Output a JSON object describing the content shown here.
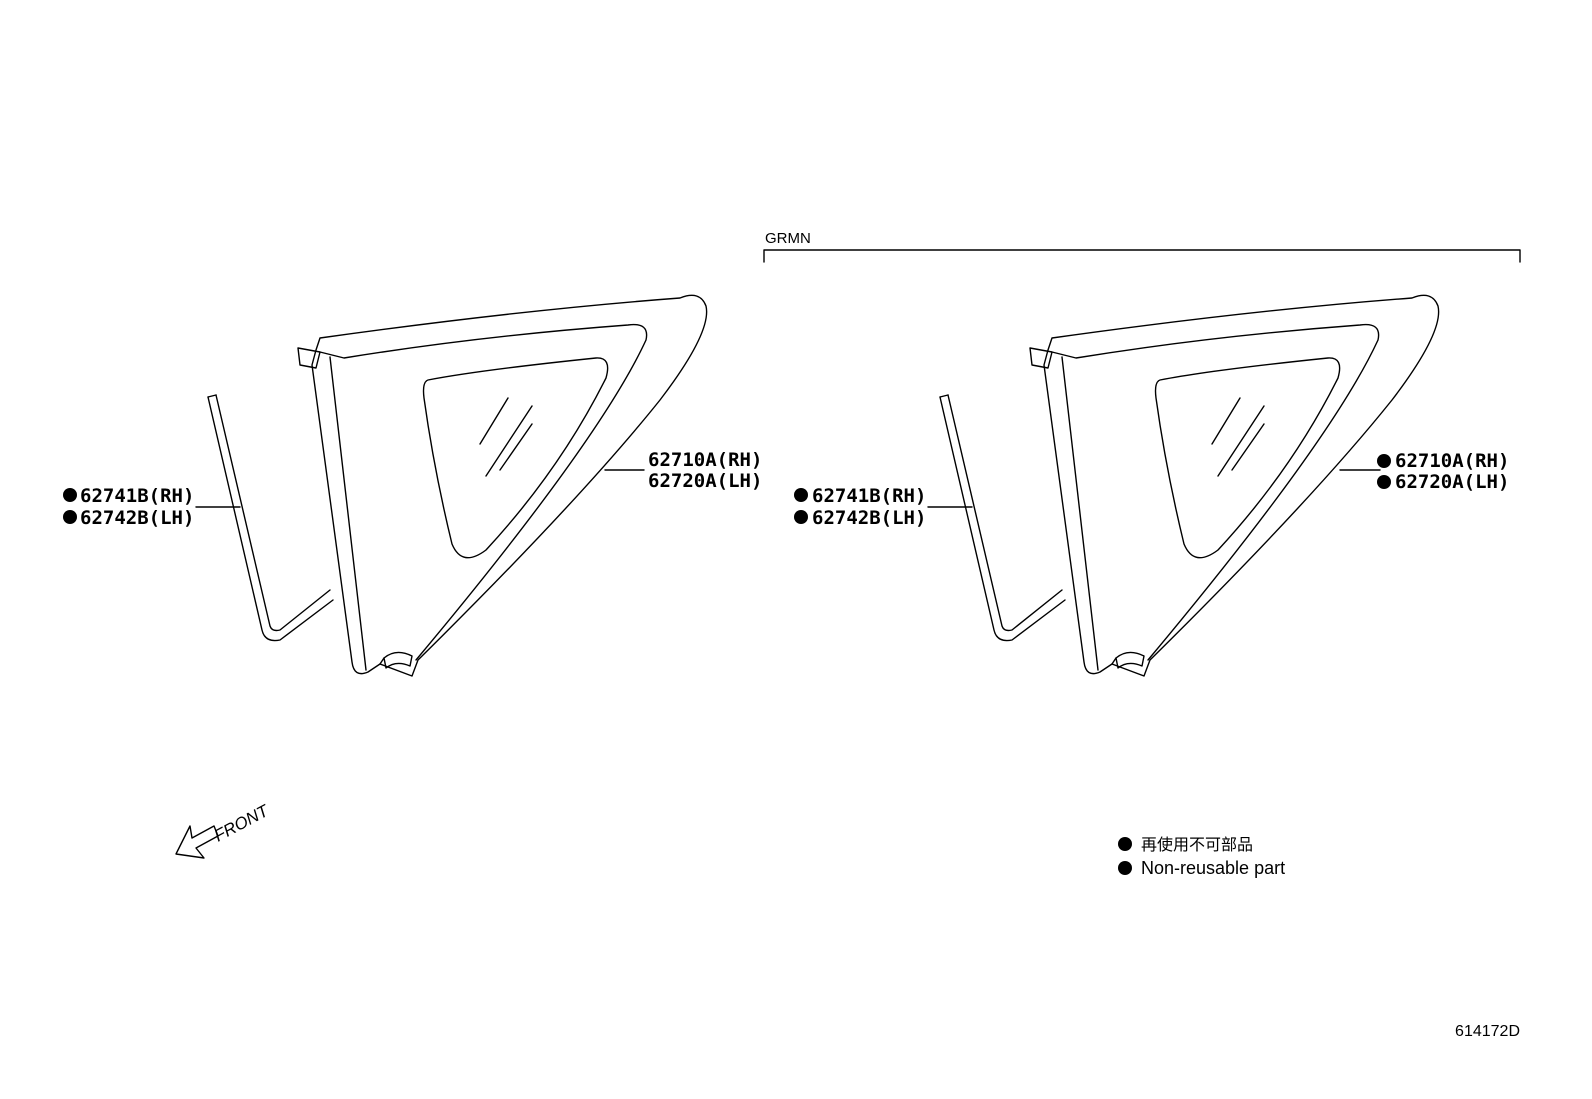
{
  "group_label": "GRMN",
  "left_assembly": {
    "glass_parts": [
      "62710A(RH)",
      "62720A(LH)"
    ],
    "seal_parts": [
      "62741B(RH)",
      "62742B(LH)"
    ]
  },
  "right_assembly": {
    "glass_parts": [
      "62710A(RH)",
      "62720A(LH)"
    ],
    "seal_parts": [
      "62741B(RH)",
      "62742B(LH)"
    ]
  },
  "front_label": "FRONT",
  "legend": {
    "line_jp": "再使用不可部品",
    "line_en": "Non-reusable part"
  },
  "diagram_number": "614172D",
  "colors": {
    "ink": "#000000",
    "background": "#ffffff"
  }
}
